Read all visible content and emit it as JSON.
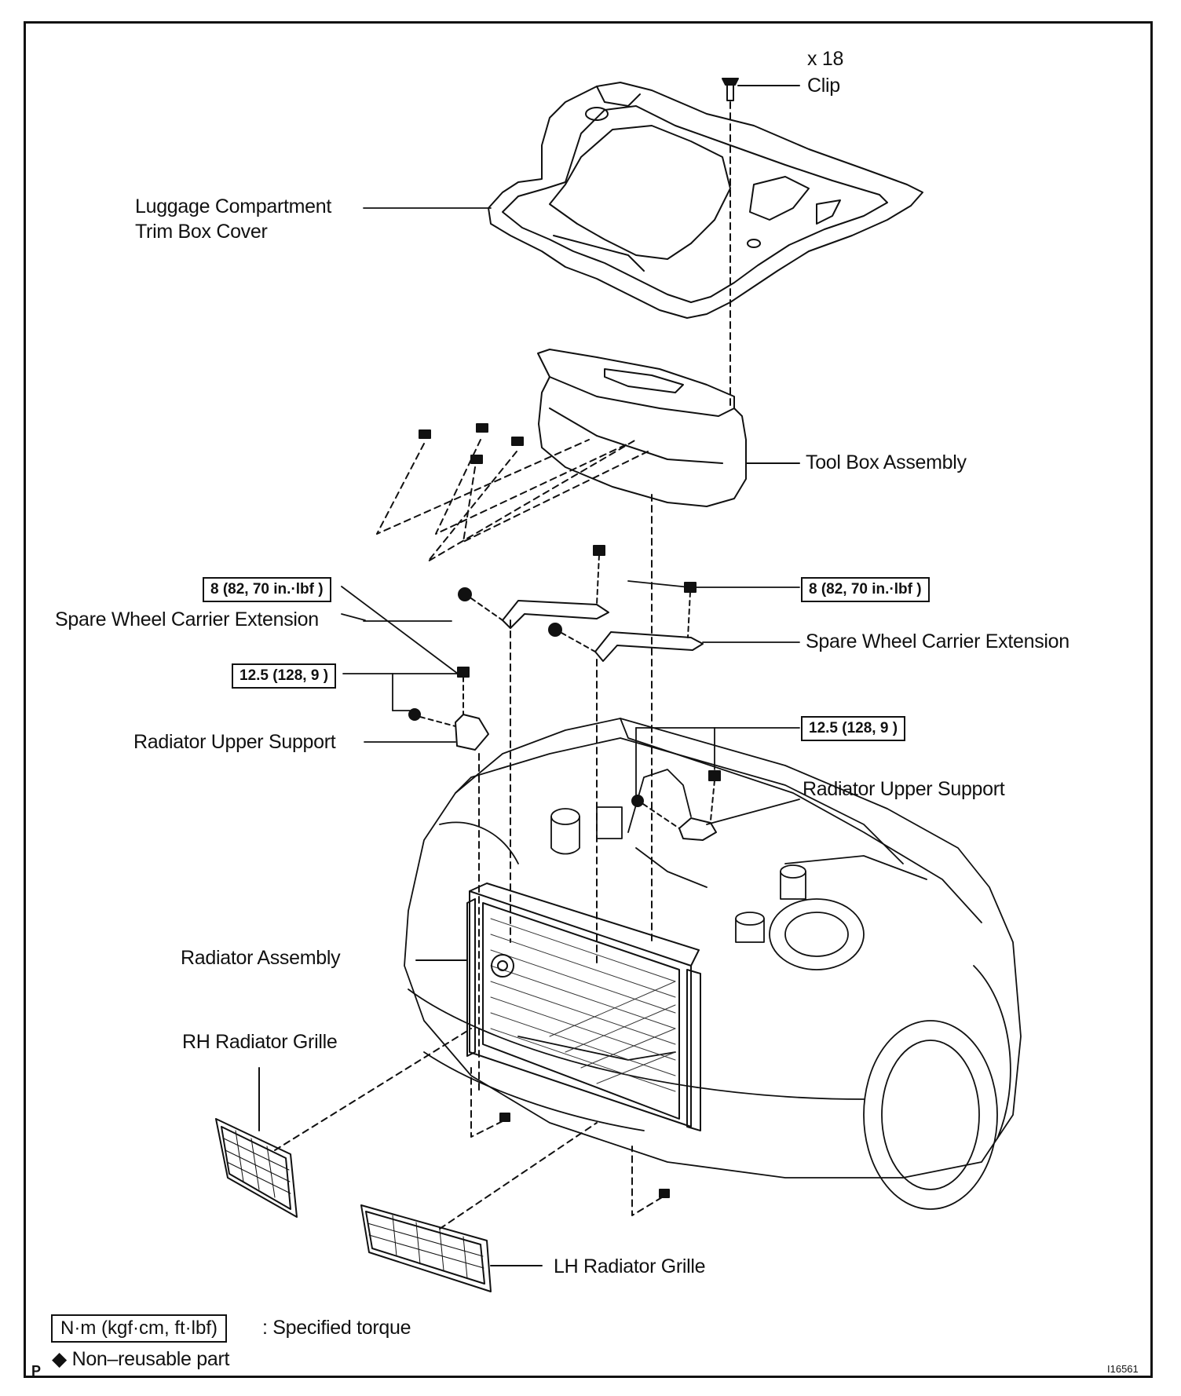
{
  "labels": {
    "clip_qty": "x 18",
    "clip": "Clip",
    "luggage_line1": "Luggage Compartment",
    "luggage_line2": "Trim Box Cover",
    "tool_box": "Tool Box Assembly",
    "spare_wheel_left": "Spare Wheel Carrier Extension",
    "spare_wheel_right": "Spare Wheel Carrier Extension",
    "rad_upper_left": "Radiator Upper Support",
    "rad_upper_right": "Radiator Upper Support",
    "radiator": "Radiator Assembly",
    "rh_grille": "RH Radiator Grille",
    "lh_grille": "LH Radiator Grille"
  },
  "torque": {
    "spare_left": "8 (82, 70 in.·lbf )",
    "spare_right": "8 (82, 70 in.·lbf )",
    "support_left": "12.5 (128, 9 )",
    "support_right": "12.5 (128, 9 )"
  },
  "legend": {
    "torque_unit": "N·m (kgf·cm, ft·lbf)",
    "torque_desc": ": Specified torque",
    "nonreusable_marker": "P",
    "nonreusable_icon": "diamond-icon",
    "nonreusable_text": "◆ Non–reusable part",
    "figure_id": "I16561"
  }
}
